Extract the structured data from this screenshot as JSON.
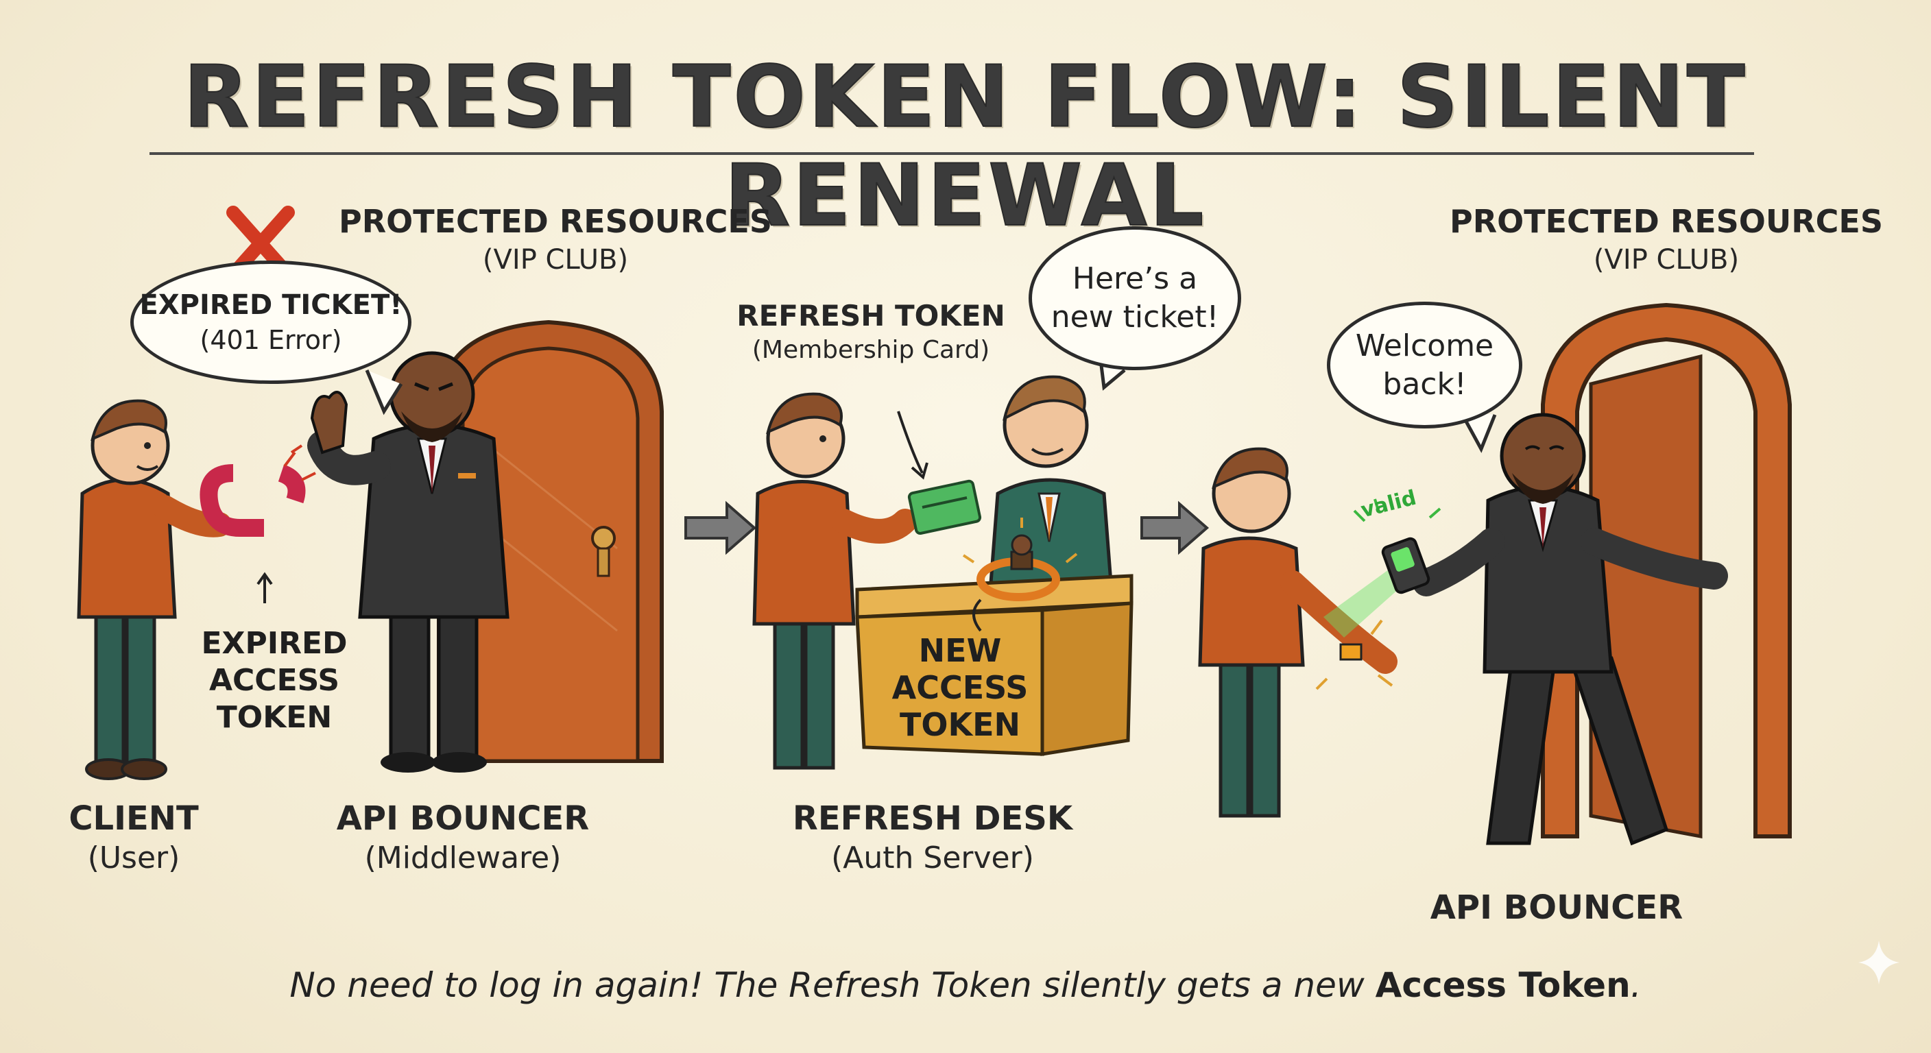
{
  "title": "REFRESH TOKEN FLOW: SILENT RENEWAL",
  "left_scene": {
    "resource_title": "PROTECTED RESOURCES",
    "resource_sub": "(VIP CLUB)",
    "bubble_line1": "EXPIRED TICKET!",
    "bubble_line2": "(401 Error)",
    "token_note": [
      "EXPIRED",
      "ACCESS",
      "TOKEN"
    ],
    "client_title": "CLIENT",
    "client_sub": "(User)",
    "bouncer_title": "API BOUNCER",
    "bouncer_sub": "(Middleware)"
  },
  "middle_scene": {
    "card_title": "REFRESH TOKEN",
    "card_sub": "(Membership Card)",
    "bubble_line1": "Here’s a",
    "bubble_line2": "new ticket!",
    "token_note": [
      "NEW",
      "ACCESS",
      "TOKEN"
    ],
    "desk_title": "REFRESH DESK",
    "desk_sub": "(Auth Server)"
  },
  "right_scene": {
    "resource_title": "PROTECTED RESOURCES",
    "resource_sub": "(VIP CLUB)",
    "bubble_line1": "Welcome",
    "bubble_line2": "back!",
    "scanner_text": "valid",
    "bouncer_title": "API BOUNCER"
  },
  "footer": {
    "text": "No need to log in again! The Refresh Token silently gets a new ",
    "bold": "Access Token",
    "end": "."
  },
  "colors": {
    "door": "#c8642a",
    "door_frame": "#b85a26",
    "sweater": "#c45a22",
    "pants": "#2f5e52",
    "suit": "#353535",
    "desk": "#e0a63a",
    "card": "#4fb860",
    "error_red": "#d23a22",
    "valid_green": "#6be36a"
  },
  "icons": [
    "cross-icon",
    "arrow-right-icon",
    "sparkle-icon"
  ]
}
